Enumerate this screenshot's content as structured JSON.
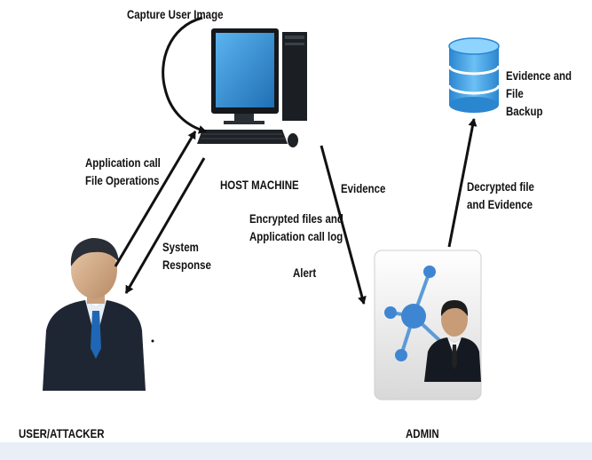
{
  "labels": {
    "capture": "Capture User Image",
    "host": "HOST MACHINE",
    "app_call": "Application call\nFile Operations",
    "system_response": "System\nResponse",
    "evidence": "Evidence",
    "encrypted": "Encrypted files and\nApplication call log",
    "alert": "Alert",
    "decrypted": "Decrypted file\nand Evidence",
    "backup": "Evidence and File\nBackup",
    "user": "USER/ATTACKER",
    "admin": "ADMIN"
  },
  "colors": {
    "arrow": "#111111",
    "monitor_screen": "#2f8fd6",
    "database": "#3b9be0",
    "suit": "#1f2633",
    "footer": "#e9eef7"
  }
}
